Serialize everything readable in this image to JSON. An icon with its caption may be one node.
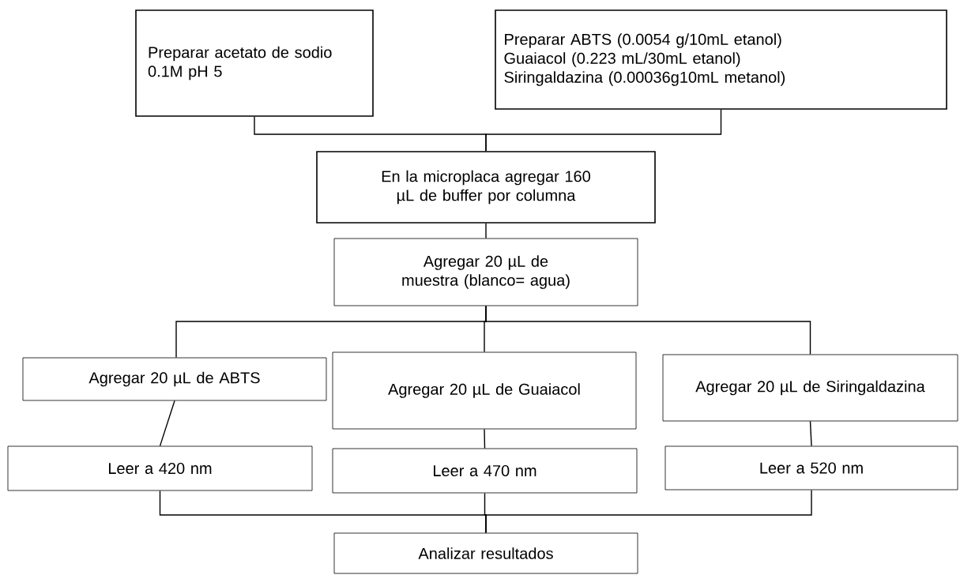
{
  "diagram": {
    "nodes": [
      {
        "text": [
          "Preparar acetato de sodio 0.1M pH 5"
        ]
      },
      {
        "text": [
          "Preparar ABTS (0.0054 g/10mL etanol)",
          "Guaiacol (0.223 mL/30mL etanol)",
          "Siringaldazina (0.00036g10mL metanol)"
        ]
      },
      {
        "text": [
          "En la microplaca agregar 160 µL de buffer por columna"
        ]
      },
      {
        "text": [
          "Agregar 20 µL de muestra (blanco= agua)"
        ]
      },
      {
        "text": [
          "Agregar 20 µL de ABTS"
        ]
      },
      {
        "text": [
          "Agregar 20 µL de Guaiacol"
        ]
      },
      {
        "text": [
          "Agregar 20 µL de Siringaldazina"
        ]
      },
      {
        "text": [
          "Leer a 420 nm"
        ]
      },
      {
        "text": [
          "Leer a 470 nm"
        ]
      },
      {
        "text": [
          "Leer a 520 nm"
        ]
      },
      {
        "text": [
          "Analizar resultados"
        ]
      }
    ],
    "edges": [
      {
        "from": 0,
        "to": 2,
        "arrow": "none"
      },
      {
        "from": 1,
        "to": 2,
        "arrow": "none"
      },
      {
        "from": 2,
        "to": 3,
        "arrow": "none"
      },
      {
        "from": 3,
        "to": 4,
        "arrow": "none"
      },
      {
        "from": 3,
        "to": 5,
        "arrow": "none"
      },
      {
        "from": 3,
        "to": 6,
        "arrow": "none"
      },
      {
        "from": 4,
        "to": 7,
        "arrow": "none"
      },
      {
        "from": 5,
        "to": 8,
        "arrow": "none"
      },
      {
        "from": 6,
        "to": 9,
        "arrow": "none"
      },
      {
        "from": 7,
        "to": 10,
        "arrow": "none"
      },
      {
        "from": 8,
        "to": 10,
        "arrow": "none"
      },
      {
        "from": 9,
        "to": 10,
        "arrow": "none"
      }
    ]
  }
}
